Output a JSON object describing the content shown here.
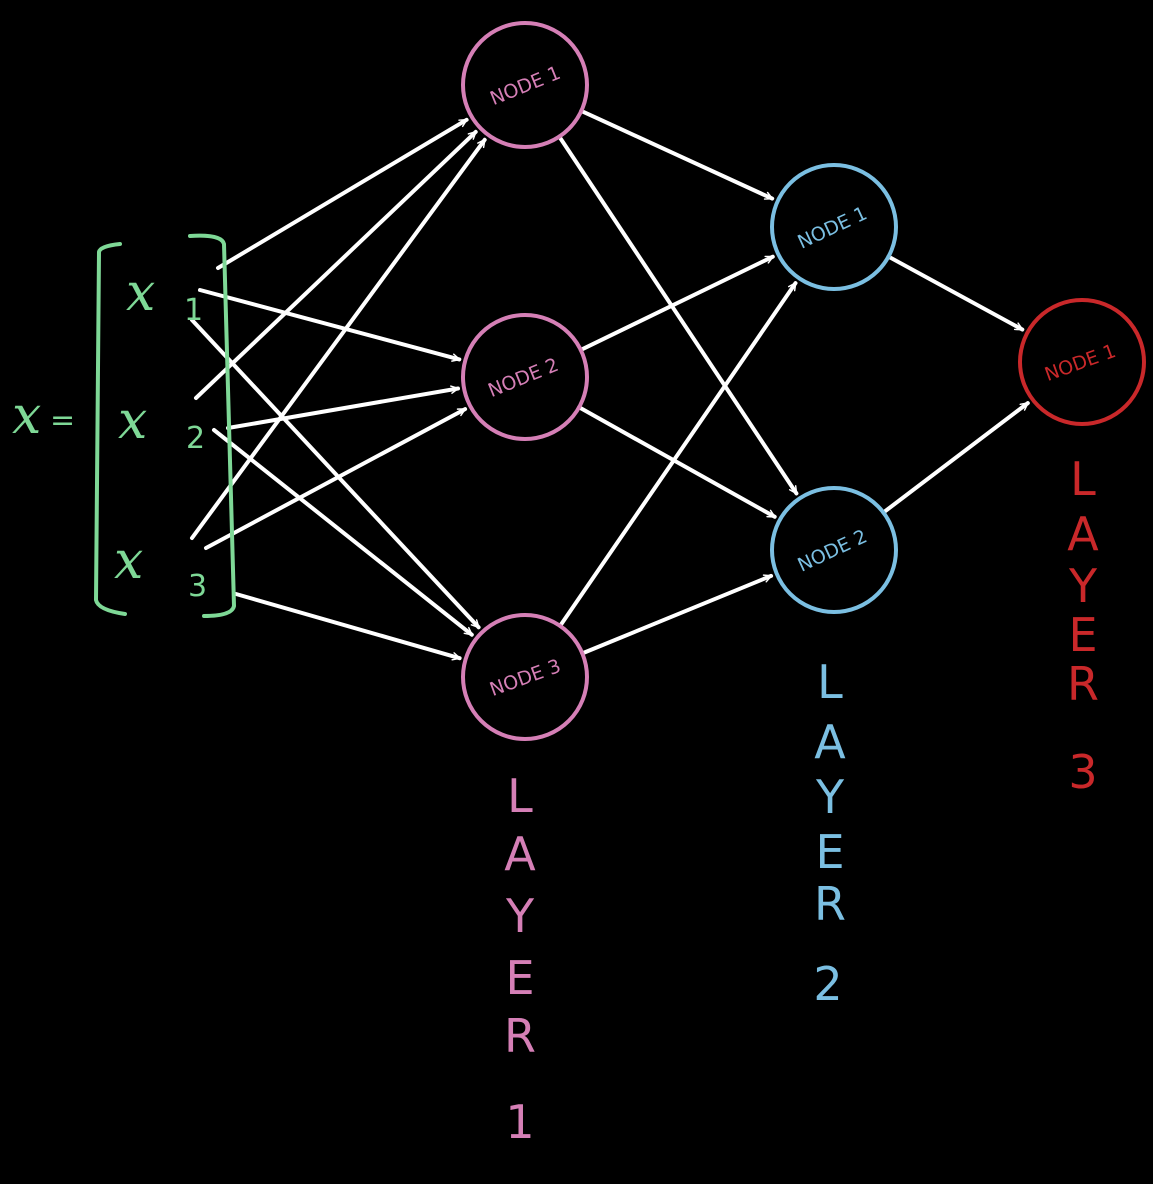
{
  "colors": {
    "background": "#000000",
    "edges": "#ffffff",
    "input": "#7ed896",
    "layer1": "#d57fb6",
    "layer2": "#7bbfe2",
    "layer3": "#c9282a"
  },
  "input_vector": {
    "name": "x",
    "equals": "=",
    "components": [
      {
        "symbol": "x",
        "subscript": "1"
      },
      {
        "symbol": "x",
        "subscript": "2"
      },
      {
        "symbol": "x",
        "subscript": "3"
      }
    ]
  },
  "layers": [
    {
      "id": "layer1",
      "title": [
        "L",
        "A",
        "Y",
        "E",
        "R",
        "1"
      ],
      "nodes": [
        "NODE 1",
        "NODE 2",
        "NODE 3"
      ]
    },
    {
      "id": "layer2",
      "title": [
        "L",
        "A",
        "Y",
        "E",
        "R",
        "2"
      ],
      "nodes": [
        "NODE 1",
        "NODE 2"
      ]
    },
    {
      "id": "layer3",
      "title": [
        "L",
        "A",
        "Y",
        "E",
        "R",
        "3"
      ],
      "nodes": [
        "NODE 1"
      ]
    }
  ],
  "connections": [
    {
      "from": "x1",
      "to": "layer1.NODE 1"
    },
    {
      "from": "x1",
      "to": "layer1.NODE 2"
    },
    {
      "from": "x1",
      "to": "layer1.NODE 3"
    },
    {
      "from": "x2",
      "to": "layer1.NODE 1"
    },
    {
      "from": "x2",
      "to": "layer1.NODE 2"
    },
    {
      "from": "x2",
      "to": "layer1.NODE 3"
    },
    {
      "from": "x3",
      "to": "layer1.NODE 1"
    },
    {
      "from": "x3",
      "to": "layer1.NODE 2"
    },
    {
      "from": "x3",
      "to": "layer1.NODE 3"
    },
    {
      "from": "layer1.NODE 1",
      "to": "layer2.NODE 1"
    },
    {
      "from": "layer1.NODE 1",
      "to": "layer2.NODE 2"
    },
    {
      "from": "layer1.NODE 2",
      "to": "layer2.NODE 1"
    },
    {
      "from": "layer1.NODE 2",
      "to": "layer2.NODE 2"
    },
    {
      "from": "layer1.NODE 3",
      "to": "layer2.NODE 1"
    },
    {
      "from": "layer1.NODE 3",
      "to": "layer2.NODE 2"
    },
    {
      "from": "layer2.NODE 1",
      "to": "layer3.NODE 1"
    },
    {
      "from": "layer2.NODE 2",
      "to": "layer3.NODE 1"
    }
  ]
}
